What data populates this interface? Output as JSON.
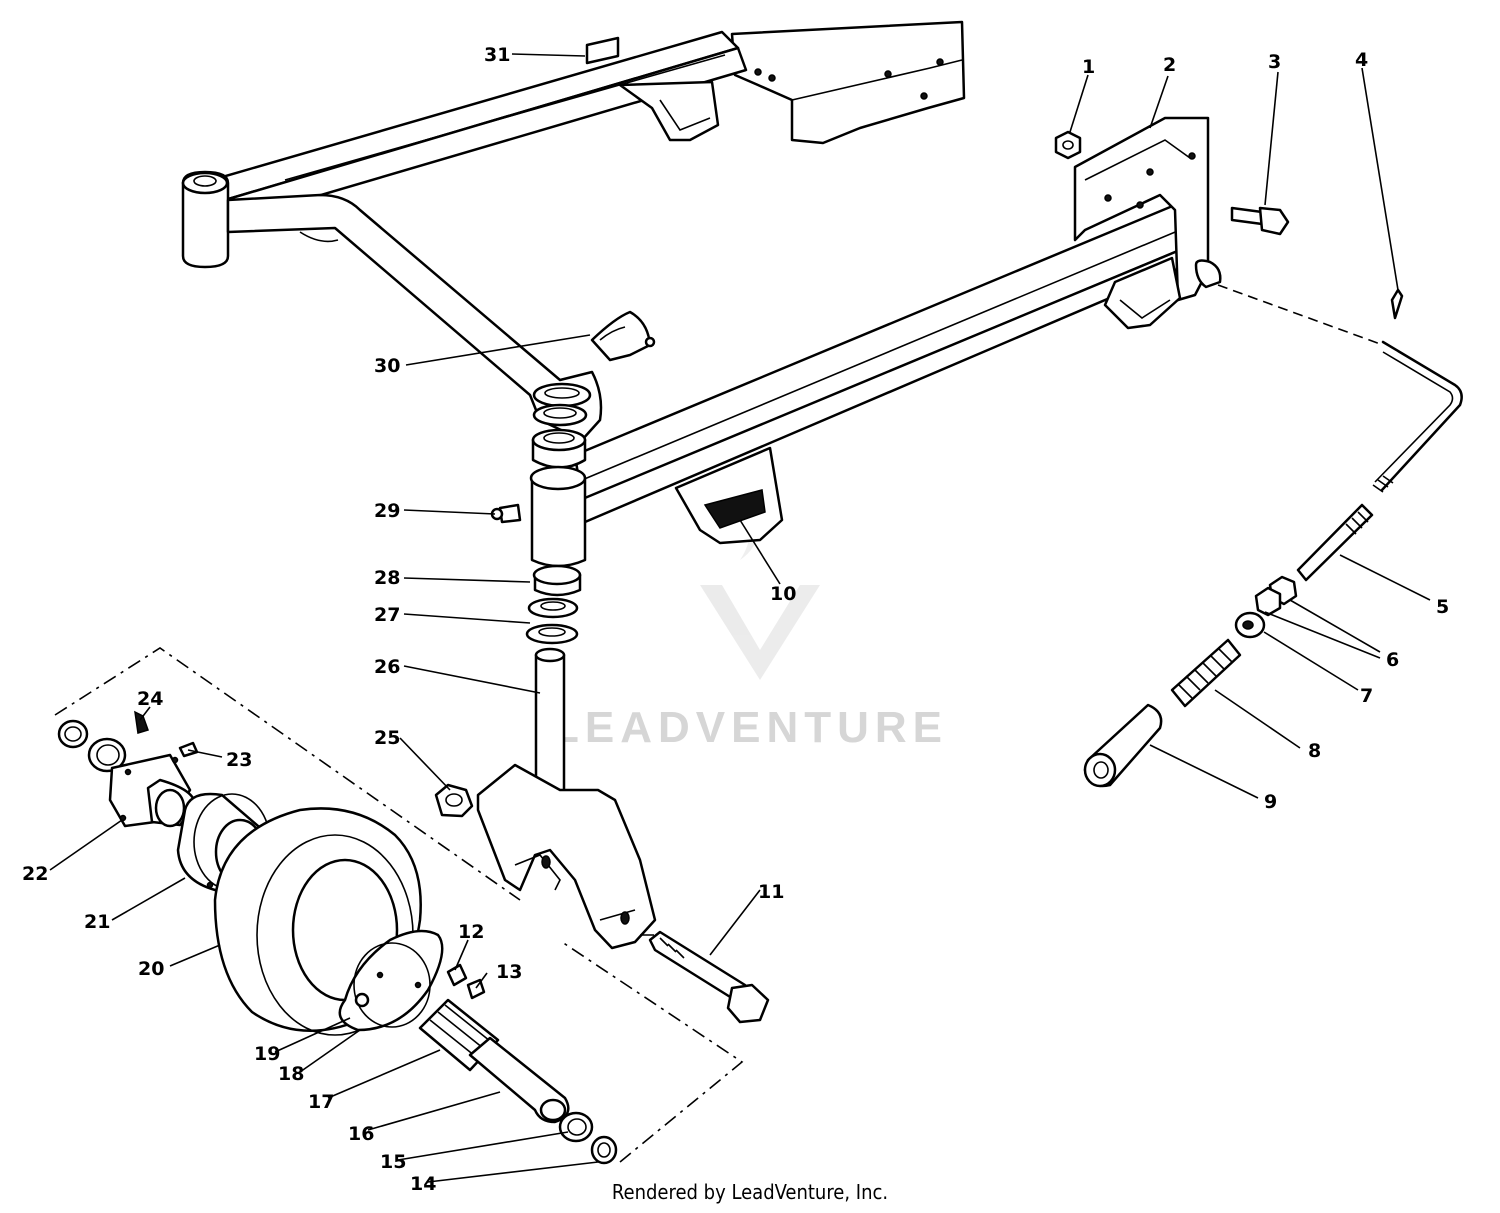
{
  "watermark": {
    "text": "LEADVENTURE",
    "color": "#d6d6d6"
  },
  "footer": {
    "text": "Rendered by LeadVenture, Inc."
  },
  "callouts": [
    {
      "id": "c1",
      "label": "1"
    },
    {
      "id": "c2",
      "label": "2"
    },
    {
      "id": "c3",
      "label": "3"
    },
    {
      "id": "c4",
      "label": "4"
    },
    {
      "id": "c5",
      "label": "5"
    },
    {
      "id": "c6",
      "label": "6"
    },
    {
      "id": "c7",
      "label": "7"
    },
    {
      "id": "c8",
      "label": "8"
    },
    {
      "id": "c9",
      "label": "9"
    },
    {
      "id": "c10",
      "label": "10"
    },
    {
      "id": "c11",
      "label": "11"
    },
    {
      "id": "c12",
      "label": "12"
    },
    {
      "id": "c13",
      "label": "13"
    },
    {
      "id": "c14",
      "label": "14"
    },
    {
      "id": "c15",
      "label": "15"
    },
    {
      "id": "c16",
      "label": "16"
    },
    {
      "id": "c17",
      "label": "17"
    },
    {
      "id": "c18",
      "label": "18"
    },
    {
      "id": "c19",
      "label": "19"
    },
    {
      "id": "c20",
      "label": "20"
    },
    {
      "id": "c21",
      "label": "21"
    },
    {
      "id": "c22",
      "label": "22"
    },
    {
      "id": "c23",
      "label": "23"
    },
    {
      "id": "c24",
      "label": "24"
    },
    {
      "id": "c25",
      "label": "25"
    },
    {
      "id": "c26",
      "label": "26"
    },
    {
      "id": "c27",
      "label": "27"
    },
    {
      "id": "c28",
      "label": "28"
    },
    {
      "id": "c29",
      "label": "29"
    },
    {
      "id": "c30",
      "label": "30"
    },
    {
      "id": "c31",
      "label": "31"
    }
  ]
}
